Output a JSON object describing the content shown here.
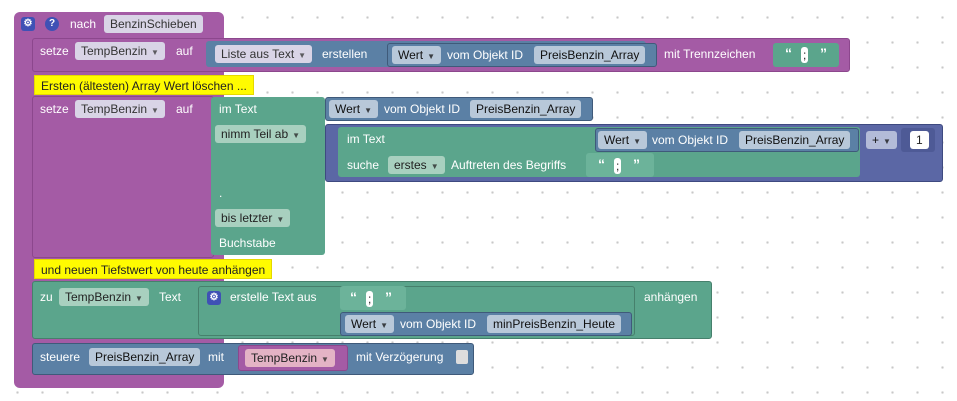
{
  "function": {
    "prefix": "nach",
    "name": "BenzinSchieben"
  },
  "row1": {
    "setze": "setze",
    "var": "TempBenzin",
    "auf": "auf",
    "list_block": "Liste aus Text",
    "erstellen": "erstellen",
    "wert": "Wert",
    "vom_objekt": "vom Objekt ID",
    "object_id": "PreisBenzin_Array",
    "mit_trenn": "mit Trennzeichen",
    "separator": ";"
  },
  "comment1": "Ersten (ältesten) Array Wert löschen ...",
  "row2": {
    "setze": "setze",
    "var": "TempBenzin",
    "auf": "auf",
    "im_text": "im Text",
    "wert": "Wert",
    "vom_objekt": "vom Objekt ID",
    "object_id": "PreisBenzin_Array",
    "nimm_teil": "nimm Teil ab",
    "inner_im_text": "im Text",
    "inner_wert": "Wert",
    "inner_vom_objekt": "vom Objekt ID",
    "inner_object_id": "PreisBenzin_Array",
    "op": "+",
    "num": "1",
    "suche": "suche",
    "erstes": "erstes",
    "auftreten": "Auftreten des Begriffs",
    "search_sep": ";",
    "dot": ".",
    "bis_letzter": "bis letzter",
    "buchstabe": "Buchstabe"
  },
  "comment2": "und neuen Tiefstwert von heute anhängen",
  "row3": {
    "zu": "zu",
    "var": "TempBenzin",
    "text": "Text",
    "erstelle": "erstelle Text aus",
    "sep": ";",
    "anhaengen": "anhängen",
    "wert": "Wert",
    "vom_objekt": "vom Objekt ID",
    "object_id": "minPreisBenzin_Heute"
  },
  "row4": {
    "steuere": "steuere",
    "target": "PreisBenzin_Array",
    "mit": "mit",
    "var": "TempBenzin",
    "verzoegerung": "mit Verzögerung"
  }
}
